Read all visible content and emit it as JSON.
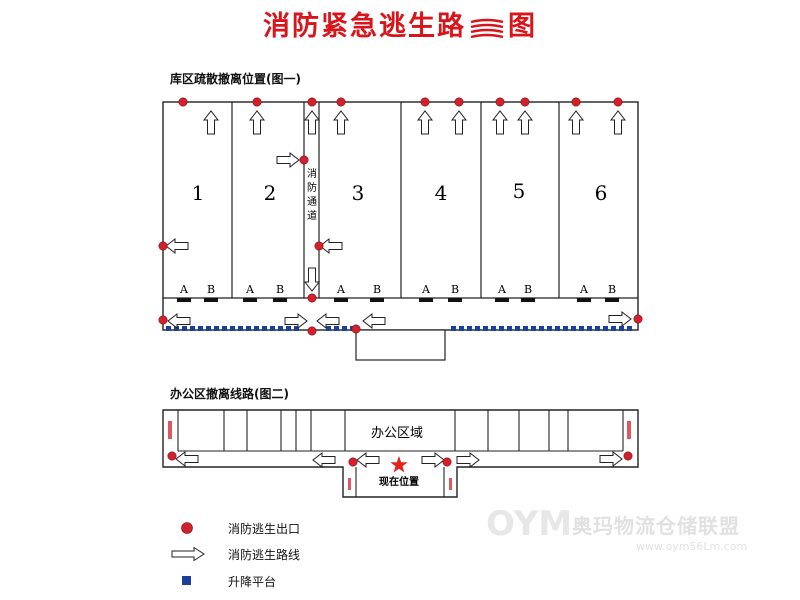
{
  "title": {
    "text_before": "消防紧急逃生路",
    "text_after": "图"
  },
  "figure1": {
    "caption": "库区疏散撤离位置(图一)",
    "warehouses": [
      {
        "number": "1",
        "dock_a": "",
        "dock_b": ""
      },
      {
        "number": "2",
        "dock_a": "A",
        "dock_b": "B"
      },
      {
        "number": "3",
        "dock_a": "A",
        "dock_b": "B"
      },
      {
        "number": "4",
        "dock_a": "A",
        "dock_b": "B"
      },
      {
        "number": "5",
        "dock_a": "A",
        "dock_b": "B"
      },
      {
        "number": "6",
        "dock_a": "A",
        "dock_b": "B"
      }
    ],
    "dock_1_a": "A",
    "dock_1_b": "B",
    "fire_lane_chars": [
      "消",
      "防",
      "通",
      "道"
    ]
  },
  "figure2": {
    "caption": "办公区撤离线路(图二)",
    "office_area": "办公区域",
    "current_position": "现在位置",
    "colors": {
      "star": "#e2231a"
    }
  },
  "legend": {
    "exit": "消防逃生出口",
    "route": "消防逃生路线",
    "platform": "升降平台"
  },
  "watermark": {
    "brand": "奥玛物流仓储联盟",
    "url": "www.oym56Lm.com",
    "logo": "OYM"
  },
  "colors": {
    "title": "#d8151b",
    "exit_dot": "#d4202a",
    "platform": "#1b3f9c",
    "line": "#222222"
  },
  "icons": {
    "exit": "red-dot-icon",
    "route": "hollow-arrow-icon",
    "platform": "blue-square-icon"
  }
}
